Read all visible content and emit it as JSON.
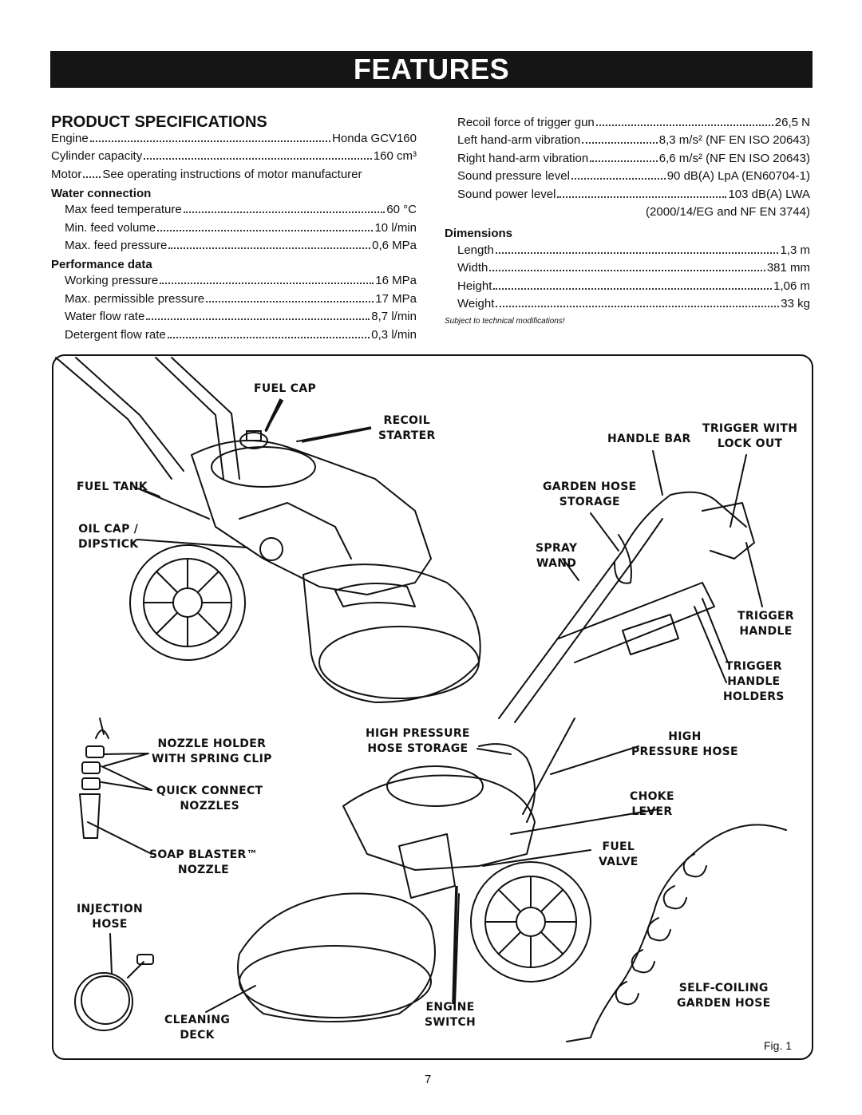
{
  "banner_title": "FEATURES",
  "specs": {
    "title": "PRODUCT SPECIFICATIONS",
    "engine": {
      "label": "Engine",
      "value": "Honda GCV160"
    },
    "cylinder": {
      "label": "Cylinder capacity",
      "value": "160 cm³"
    },
    "motor": {
      "label": "Motor",
      "value": "See operating instructions of motor manufacturer"
    },
    "water_connection": {
      "heading": "Water connection",
      "rows": [
        {
          "label": "Max feed temperature",
          "value": "60 °C"
        },
        {
          "label": "Min. feed volume",
          "value": "10 l/min"
        },
        {
          "label": "Max. feed pressure",
          "value": "0,6 MPa"
        }
      ]
    },
    "performance": {
      "heading": "Performance data",
      "rows": [
        {
          "label": "Working pressure",
          "value": "16 MPa"
        },
        {
          "label": "Max. permissible pressure",
          "value": "17 MPa"
        },
        {
          "label": "Water flow rate",
          "value": "8,7 l/min"
        },
        {
          "label": "Detergent flow rate",
          "value": "0,3 l/min"
        }
      ]
    },
    "right_rows": [
      {
        "label": "Recoil force of trigger gun",
        "value": "26,5 N"
      },
      {
        "label": "Left hand-arm vibration",
        "value": "8,3 m/s² (NF EN ISO 20643)"
      },
      {
        "label": "Right hand-arm vibration",
        "value": "6,6 m/s² (NF EN ISO 20643)"
      },
      {
        "label": "Sound pressure level",
        "value": "90 dB(A) LpA (EN60704-1)"
      },
      {
        "label": "Sound power level",
        "value": "103 dB(A) LWA"
      }
    ],
    "sound_power_note": "(2000/14/EG and NF EN 3744)",
    "dimensions": {
      "heading": "Dimensions",
      "rows": [
        {
          "label": "Length",
          "value": "1,3 m"
        },
        {
          "label": "Width",
          "value": "381 mm"
        },
        {
          "label": "Height",
          "value": "1,06 m"
        },
        {
          "label": "Weight",
          "value": "33 kg"
        }
      ]
    },
    "note": "Subject to technical modifications!"
  },
  "figure": {
    "labels": {
      "fuel_cap": "FUEL CAP",
      "recoil_starter_1": "RECOIL",
      "recoil_starter_2": "STARTER",
      "handle_bar": "HANDLE BAR",
      "trigger_lock_1": "TRIGGER WITH",
      "trigger_lock_2": "LOCK OUT",
      "fuel_tank": "FUEL TANK",
      "garden_hose_storage_1": "GARDEN HOSE",
      "garden_hose_storage_2": "STORAGE",
      "oil_cap_1": "OIL CAP /",
      "oil_cap_2": "DIPSTICK",
      "spray_wand_1": "SPRAY",
      "spray_wand_2": "WAND",
      "trigger_handle_1": "TRIGGER",
      "trigger_handle_2": "HANDLE",
      "trigger_holders_1": "TRIGGER",
      "trigger_holders_2": "HANDLE",
      "trigger_holders_3": "HOLDERS",
      "nozzle_holder_1": "NOZZLE HOLDER",
      "nozzle_holder_2": "WITH SPRING CLIP",
      "hp_hose_storage_1": "HIGH PRESSURE",
      "hp_hose_storage_2": "HOSE STORAGE",
      "hp_hose_1": "HIGH",
      "hp_hose_2": "PRESSURE HOSE",
      "quick_connect_1": "QUICK CONNECT",
      "quick_connect_2": "NOZZLES",
      "choke_1": "CHOKE",
      "choke_2": "LEVER",
      "soap_blaster_1": "SOAP BLASTER™",
      "soap_blaster_2": "NOZZLE",
      "fuel_valve_1": "FUEL",
      "fuel_valve_2": "VALVE",
      "injection_hose_1": "INJECTION",
      "injection_hose_2": "HOSE",
      "self_coiling_1": "SELF-COILING",
      "self_coiling_2": "GARDEN HOSE",
      "engine_switch_1": "ENGINE",
      "engine_switch_2": "SWITCH",
      "cleaning_deck_1": "CLEANING",
      "cleaning_deck_2": "DECK"
    },
    "caption": "Fig. 1"
  },
  "page_number": "7"
}
